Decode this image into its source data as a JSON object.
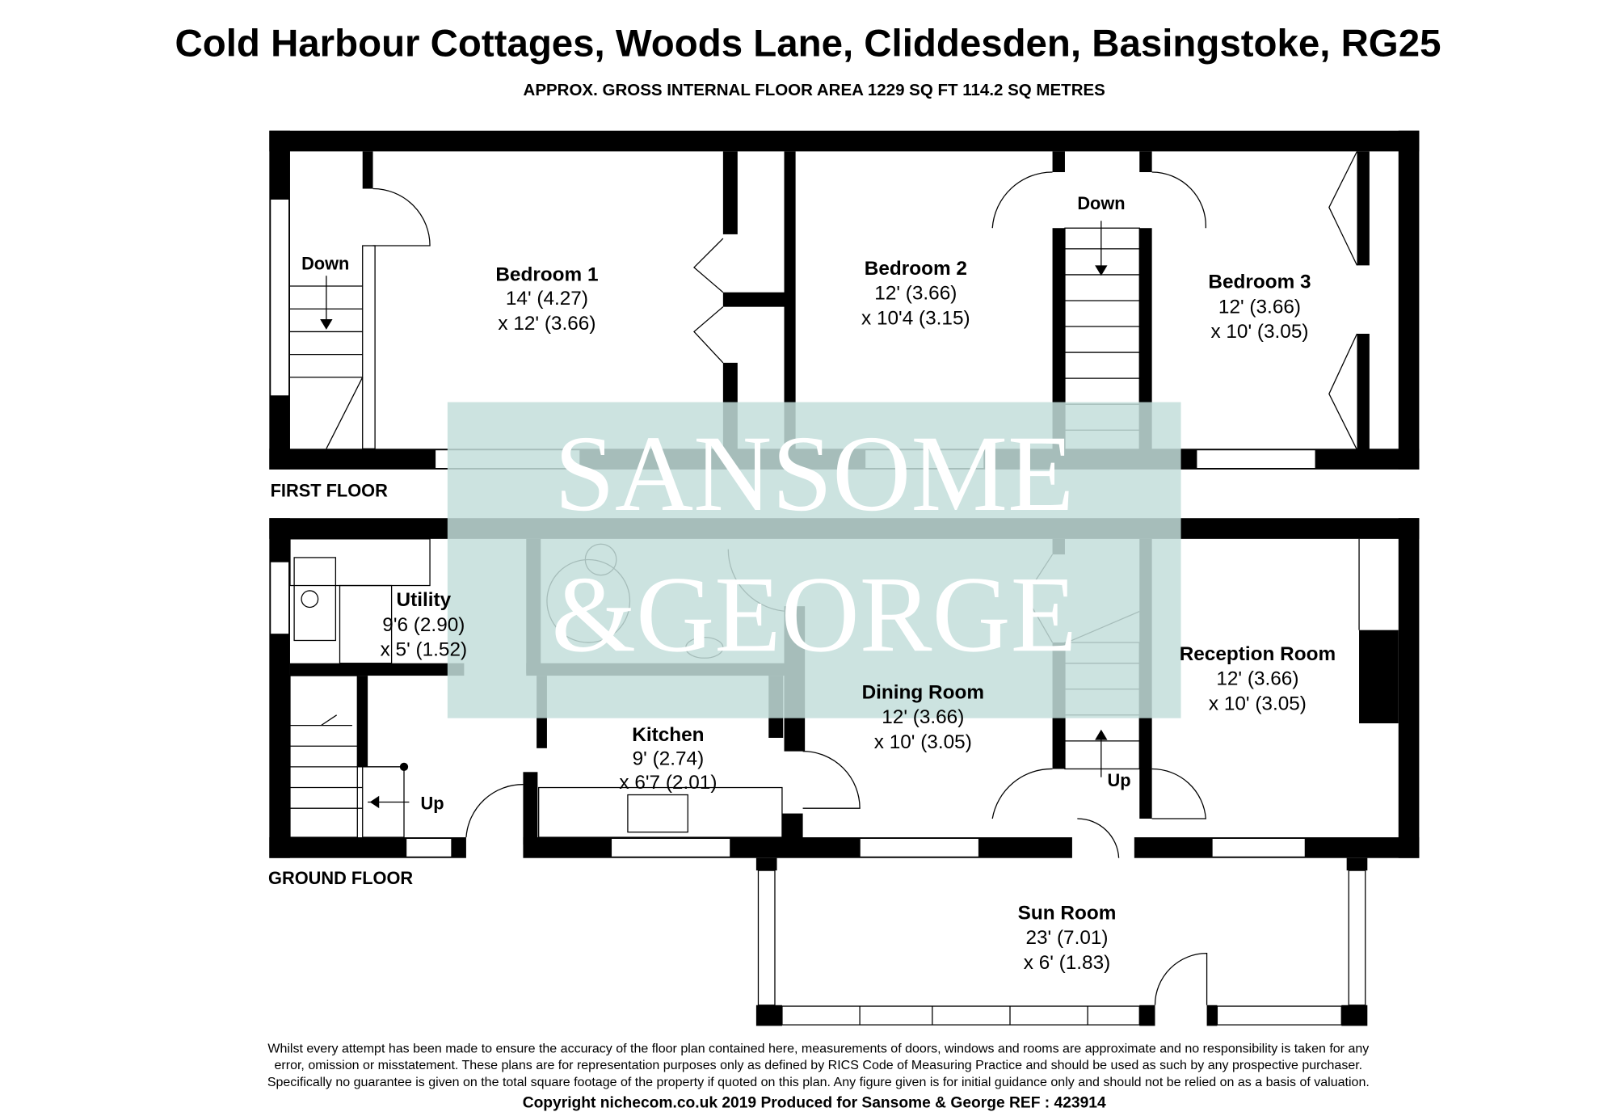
{
  "title": "Cold Harbour Cottages, Woods Lane, Cliddesden, Basingstoke, RG25",
  "subtitle": "APPROX. GROSS INTERNAL FLOOR AREA 1229 SQ FT 114.2 SQ METRES",
  "watermark": {
    "line1": "SANSOME",
    "line2": "&GEORGE",
    "color": "#c3dedb"
  },
  "first_floor": {
    "label": "FIRST FLOOR",
    "stairs": [
      "Down",
      "Down"
    ],
    "rooms": [
      {
        "name": "Bedroom 1",
        "dim1": "14' (4.27)",
        "dim2": "x 12' (3.66)"
      },
      {
        "name": "Bedroom 2",
        "dim1": "12' (3.66)",
        "dim2": "x 10'4 (3.15)"
      },
      {
        "name": "Bedroom 3",
        "dim1": "12' (3.66)",
        "dim2": "x 10' (3.05)"
      }
    ]
  },
  "ground_floor": {
    "label": "GROUND FLOOR",
    "stairs": [
      "Up",
      "Up"
    ],
    "rooms": [
      {
        "name": "Utility",
        "dim1": "9'6 (2.90)",
        "dim2": "x 5' (1.52)"
      },
      {
        "name": "Kitchen",
        "dim1": "9' (2.74)",
        "dim2": "x 6'7 (2.01)"
      },
      {
        "name": "Dining Room",
        "dim1": "12' (3.66)",
        "dim2": "x 10' (3.05)"
      },
      {
        "name": "Reception Room",
        "dim1": "12' (3.66)",
        "dim2": "x 10' (3.05)"
      },
      {
        "name": "Sun Room",
        "dim1": "23' (7.01)",
        "dim2": "x 6' (1.83)"
      }
    ]
  },
  "disclaimer": [
    "Whilst every attempt has been made to ensure the accuracy of the floor plan contained here, measurements of doors, windows and rooms are approximate and no responsibility is taken for any",
    "error, omission or misstatement. These plans are for representation purposes only as defined by RICS Code of Measuring Practice and should be used as such by any prospective purchaser.",
    "Specifically no guarantee is given on the total square footage of the property if quoted on this plan. Any figure given is for initial guidance only and should not be relied on as a basis of valuation."
  ],
  "footer": "Copyright nichecom.co.uk 2019    Produced for Sansome & George    REF : 423914"
}
